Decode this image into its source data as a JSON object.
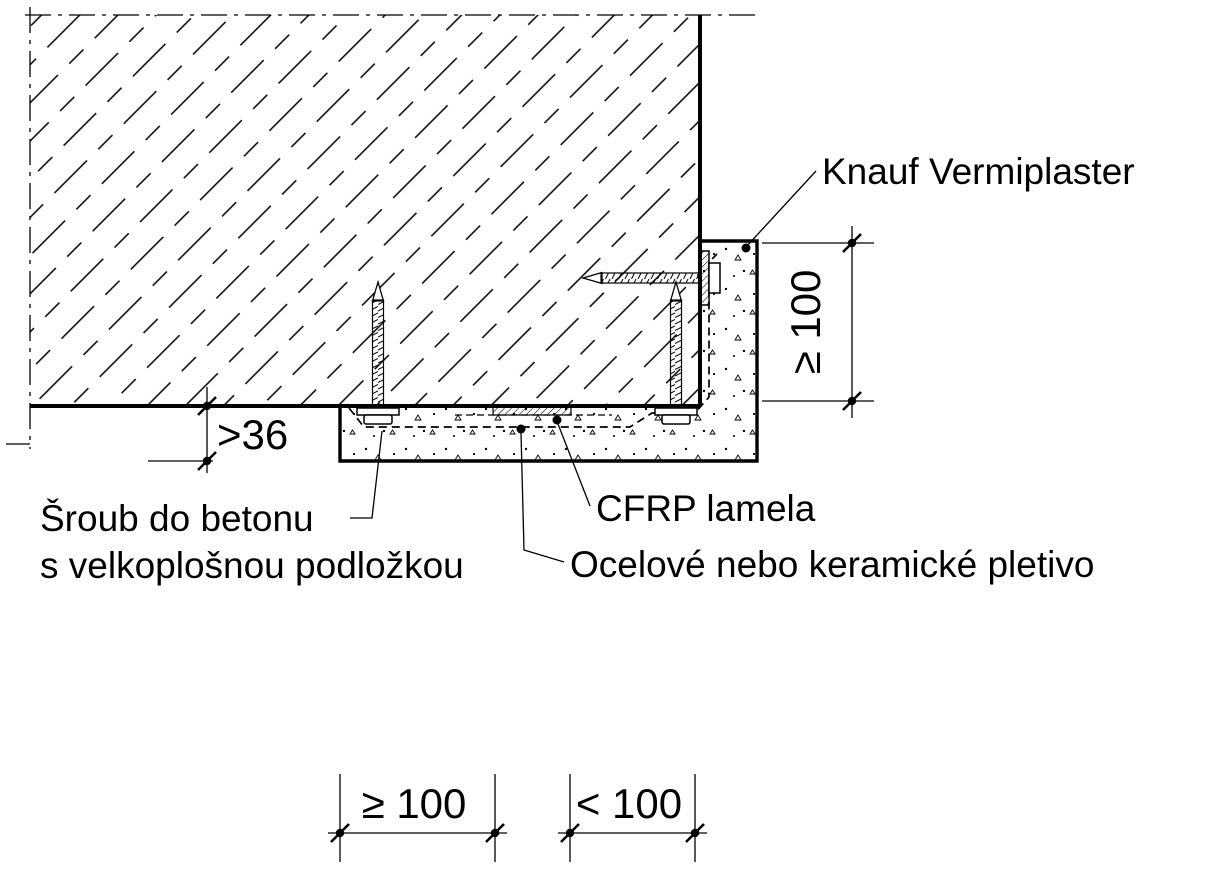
{
  "labels": {
    "vermiplaster": "Knauf Vermiplaster",
    "screw_line1": "Šroub do betonu",
    "screw_line2": "s velkoplošnou podložkou",
    "cfrp": "CFRP lamela",
    "mesh": "Ocelové nebo keramické pletivo"
  },
  "dimensions": {
    "side_height": "≥ 100",
    "under_thickness": ">36",
    "spacing_left": "≥ 100",
    "spacing_right": "< 100"
  },
  "colors": {
    "line": "#000000",
    "background": "#ffffff"
  }
}
